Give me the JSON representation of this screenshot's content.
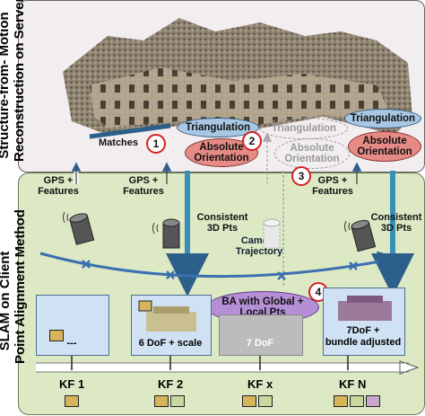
{
  "server": {
    "label_line1": "Structure-from- Motion",
    "label_line2": "Reconstruction on Server"
  },
  "client": {
    "label_line1": "SLAM on Client",
    "label_line2": "Point Alignment Method"
  },
  "labels": {
    "matches": "Matches",
    "gps_features_1a": "GPS +",
    "gps_features_1b": "Features",
    "gps_features_2a": "GPS +",
    "gps_features_2b": "Features",
    "gps_features_3a": "GPS +",
    "gps_features_3b": "Features",
    "consistent_1a": "Consistent",
    "consistent_1b": "3D Pts",
    "consistent_2a": "Consistent",
    "consistent_2b": "3D Pts",
    "camera_traj_a": "Camera",
    "camera_traj_b": "Trajectory"
  },
  "nodes": {
    "triangulation_1": "Triangulation",
    "absolute_1a": "Absolute",
    "absolute_1b": "Orientation",
    "triangulation_ghost": "Triangulation",
    "absolute_ghost_a": "Absolute",
    "absolute_ghost_b": "Orientation",
    "triangulation_2": "Triangulation",
    "absolute_2a": "Absolute",
    "absolute_2b": "Orientation",
    "ba_a": "BA with Global +",
    "ba_b": "Local Pts"
  },
  "badges": [
    "1",
    "2",
    "3",
    "4"
  ],
  "keyframes": [
    {
      "name": "KF 1",
      "caption_a": "---",
      "caption_b": ""
    },
    {
      "name": "KF 2",
      "caption_a": "6 DoF + scale",
      "caption_b": ""
    },
    {
      "name": "KF x",
      "caption_a": "7 DoF",
      "caption_b": ""
    },
    {
      "name": "KF N",
      "caption_a": "7DoF +",
      "caption_b": "bundle adjusted"
    }
  ],
  "colors": {
    "triangulation": "#a9c7e3",
    "orientation": "#e58a85",
    "ba": "#b48fd6",
    "trajectory": "#3b6fb0",
    "client_panel": "#dce9c4",
    "badge_ring": "#d32020"
  }
}
